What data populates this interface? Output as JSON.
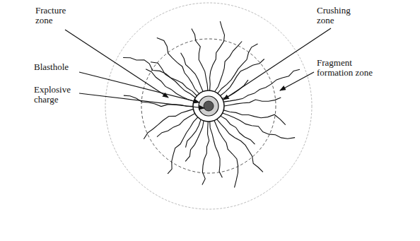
{
  "diagram": {
    "labels": [
      "Fracture zone",
      "Crushing zone",
      "Blasthole",
      "Fragment formation zone",
      "Explosive charge"
    ]
  }
}
